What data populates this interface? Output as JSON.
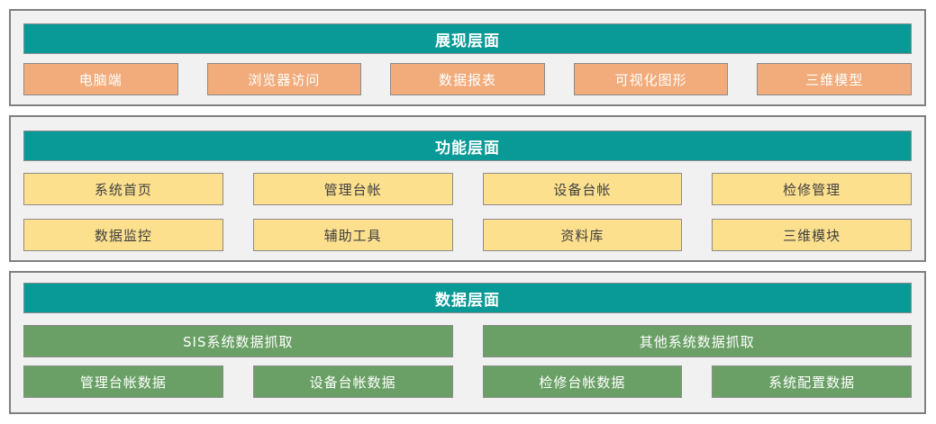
{
  "colors": {
    "teal": "#099A98",
    "orange": "#F2AC7B",
    "yellow": "#FCE08E",
    "green": "#6AA066",
    "panel_bg": "#F1F1F1",
    "panel_border": "#808080",
    "box_border": "#8C8C8C",
    "dark_text": "#404040",
    "white_text": "#FFFFFF"
  },
  "layers": [
    {
      "id": "presentation",
      "title": "展现层面",
      "rows": [
        {
          "items": [
            "电脑端",
            "浏览器访问",
            "数据报表",
            "可视化图形",
            "三维模型"
          ]
        }
      ]
    },
    {
      "id": "function",
      "title": "功能层面",
      "rows": [
        {
          "items": [
            "系统首页",
            "管理台帐",
            "设备台帐",
            "检修管理"
          ]
        },
        {
          "items": [
            "数据监控",
            "辅助工具",
            "资料库",
            "三维模块"
          ]
        }
      ]
    },
    {
      "id": "data",
      "title": "数据层面",
      "rows": [
        {
          "items": [
            "SIS系统数据抓取",
            "其他系统数据抓取"
          ]
        },
        {
          "items": [
            "管理台帐数据",
            "设备台帐数据",
            "检修台帐数据",
            "系统配置数据"
          ]
        }
      ]
    }
  ]
}
